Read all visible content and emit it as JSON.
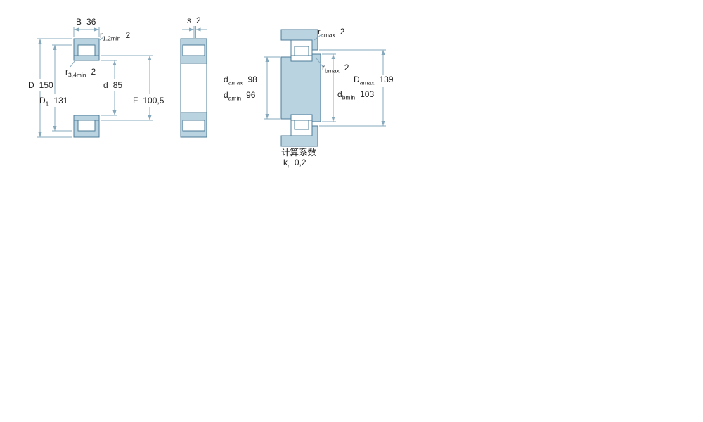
{
  "colors": {
    "section_fill": "#b9d3e1",
    "outline": "#4d7d99",
    "dimension": "#85a8bc",
    "text": "#1f1f1f",
    "background": "#ffffff"
  },
  "labels": {
    "left": {
      "B": {
        "base": "B",
        "sub": "",
        "value": "36"
      },
      "r12": {
        "base": "r",
        "sub": "1,2min",
        "value": "2"
      },
      "r34": {
        "base": "r",
        "sub": "3,4min",
        "value": "2"
      },
      "D": {
        "base": "D",
        "sub": "",
        "value": "150"
      },
      "D1": {
        "base": "D",
        "sub": "1",
        "value": "131"
      },
      "d": {
        "base": "d",
        "sub": "",
        "value": "85"
      },
      "F": {
        "base": "F",
        "sub": "",
        "value": "100,5"
      }
    },
    "middle": {
      "s": {
        "base": "s",
        "sub": "",
        "value": "2"
      }
    },
    "right": {
      "ramax": {
        "base": "r",
        "sub": "amax",
        "value": "2"
      },
      "rbmax": {
        "base": "r",
        "sub": "bmax",
        "value": "2"
      },
      "damax": {
        "base": "d",
        "sub": "amax",
        "value": "98"
      },
      "damin": {
        "base": "d",
        "sub": "amin",
        "value": "96"
      },
      "dbmin": {
        "base": "d",
        "sub": "bmin",
        "value": "103"
      },
      "Damax": {
        "base": "D",
        "sub": "amax",
        "value": "139"
      }
    },
    "calculation": {
      "title": "计算系数",
      "kr": {
        "base": "k",
        "sub": "r",
        "value": "0,2"
      }
    }
  }
}
